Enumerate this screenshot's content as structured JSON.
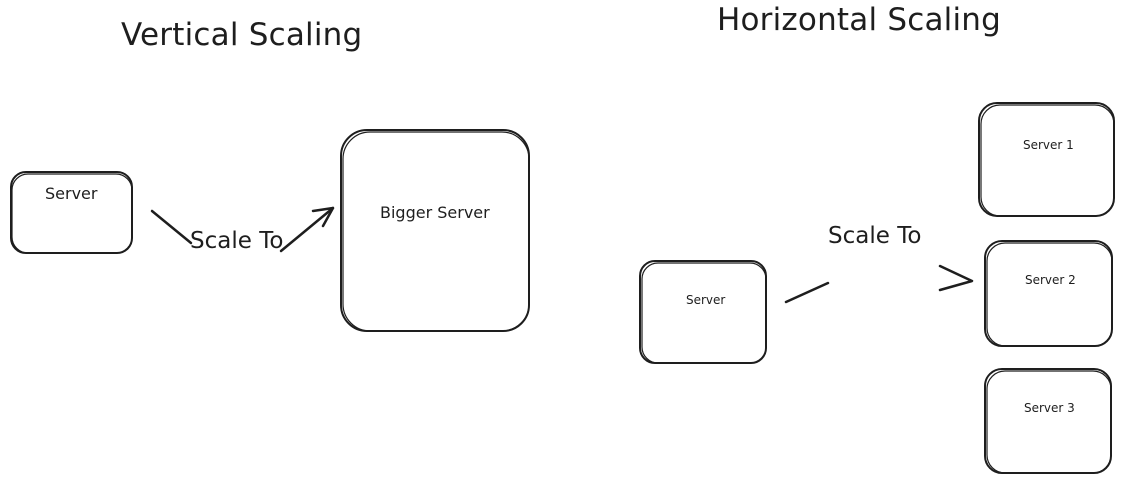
{
  "vertical": {
    "title": "Vertical Scaling",
    "source_label": "Server",
    "arrow_label": "Scale To",
    "target_label": "Bigger Server"
  },
  "horizontal": {
    "title": "Horizontal Scaling",
    "source_label": "Server",
    "arrow_label": "Scale To",
    "targets": [
      {
        "label": "Server 1"
      },
      {
        "label": "Server 2"
      },
      {
        "label": "Server 3"
      }
    ]
  },
  "colors": {
    "stroke": "#1e1e1e",
    "background": "#ffffff"
  }
}
